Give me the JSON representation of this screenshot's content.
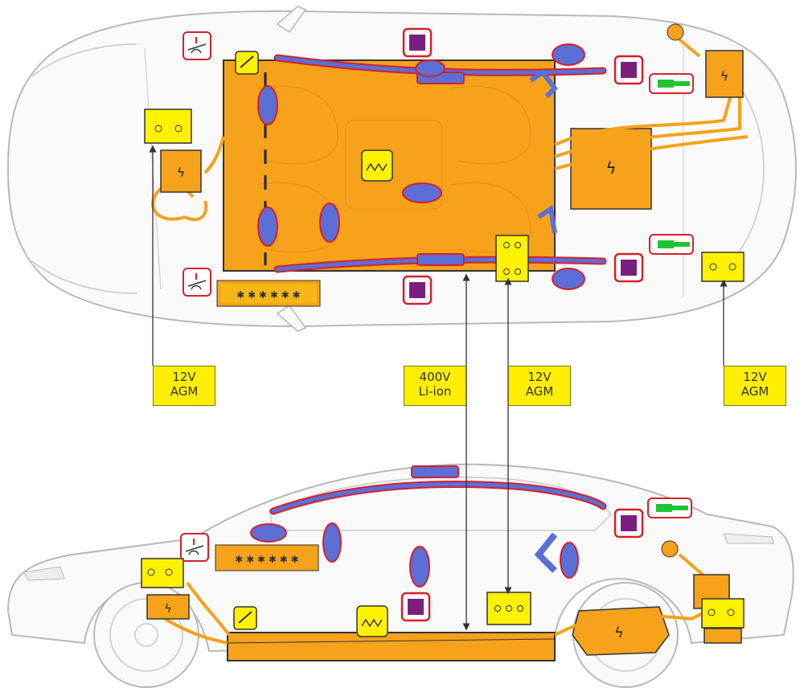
{
  "colors": {
    "background": "#ffffff",
    "car_outline": "#b8b8b8",
    "hv_component": "#f7a21b",
    "hv_cable": "#f7a21b",
    "battery_12v": "#fff200",
    "airbag": "#5b6fd6",
    "airbag_border": "#d6202a",
    "pretensioner": "#7b1f7e",
    "gas_strut": "#22c436",
    "label_box": "#ffee00",
    "arrow": "#333333"
  },
  "icons": {
    "hv_symbol": "lightning-bolt",
    "battery": "battery-12v-icon",
    "ecu": "srs-control-unit-icon",
    "pedestrian_protection": "active-hood-icon",
    "fuse": "fuse-icon",
    "airbag": "airbag-icon",
    "belt_tensioner": "belt-pretensioner-icon",
    "strut": "gas-strut-icon"
  },
  "labels": [
    {
      "id": "battery_front",
      "line1": "12V",
      "line2": "AGM"
    },
    {
      "id": "hv_battery",
      "line1": "400V",
      "line2": "Li-ion"
    },
    {
      "id": "battery_mid",
      "line1": "12V",
      "line2": "AGM"
    },
    {
      "id": "battery_rear",
      "line1": "12V",
      "line2": "AGM"
    }
  ]
}
